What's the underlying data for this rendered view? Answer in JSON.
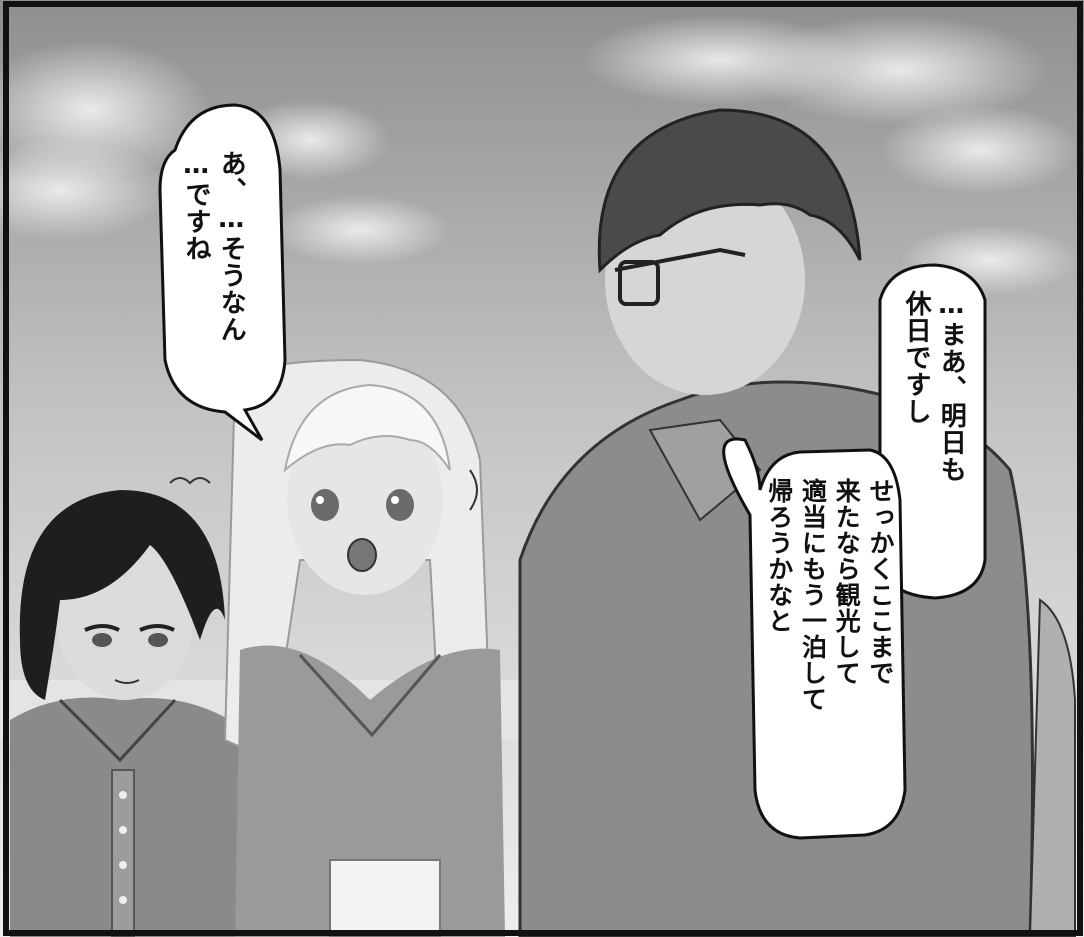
{
  "panel": {
    "bubble_left": {
      "lines": [
        "あ、…そうなん",
        "…ですね"
      ]
    },
    "bubble_right_top": {
      "lines": [
        "…まあ、明日も",
        "休日ですし"
      ]
    },
    "bubble_right_bottom": {
      "lines": [
        "せっかくここまで",
        "来たなら観光して",
        "適当にもう一泊して",
        "帰ろうかなと"
      ]
    },
    "characters": [
      "short-dark-haired-girl",
      "long-blonde-haired-girl",
      "dark-haired-man-with-glasses"
    ]
  }
}
